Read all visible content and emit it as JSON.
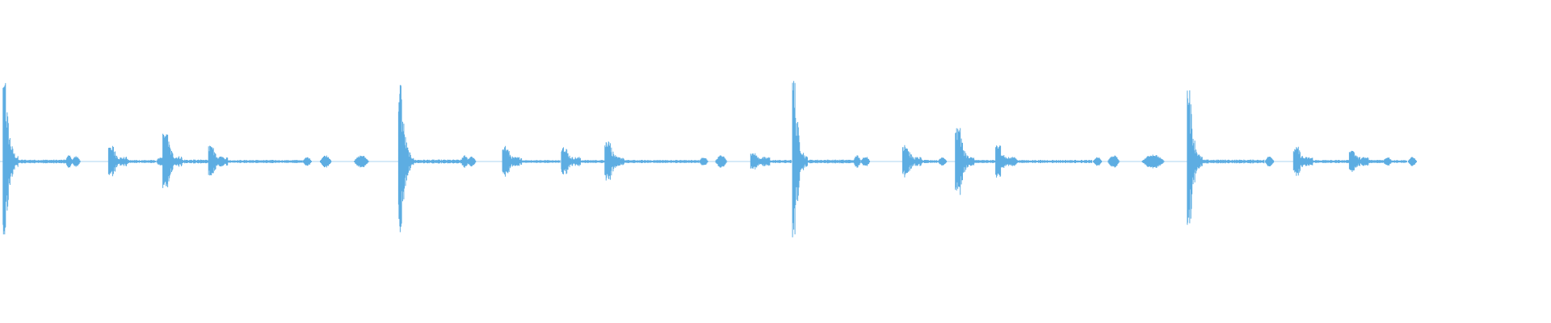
{
  "waveform": {
    "color": "#5dade2",
    "background": "#ffffff",
    "events": [
      {
        "t": 0.002,
        "amp": 0.92,
        "tail": 0.034,
        "tail_amp": 0.06,
        "kind": "strike"
      },
      {
        "t": 0.042,
        "amp": 0.07,
        "tail": 0.005,
        "tail_amp": 0.05,
        "kind": "blob"
      },
      {
        "t": 0.07,
        "amp": 0.17,
        "tail": 0.018,
        "tail_amp": 0.05,
        "kind": "hit"
      },
      {
        "t": 0.105,
        "amp": 0.3,
        "tail": 0.022,
        "tail_amp": 0.06,
        "kind": "hit"
      },
      {
        "t": 0.1345,
        "amp": 0.17,
        "tail": 0.048,
        "tail_amp": 0.05,
        "kind": "hit"
      },
      {
        "t": 0.206,
        "amp": 0.07,
        "tail": 0.008,
        "tail_amp": 0.06,
        "kind": "blob"
      },
      {
        "t": 0.228,
        "amp": 0.07,
        "tail": 0.01,
        "tail_amp": 0.06,
        "kind": "blob"
      },
      {
        "t": 0.257,
        "amp": 0.88,
        "tail": 0.034,
        "tail_amp": 0.06,
        "kind": "strike"
      },
      {
        "t": 0.297,
        "amp": 0.07,
        "tail": 0.005,
        "tail_amp": 0.05,
        "kind": "blob"
      },
      {
        "t": 0.324,
        "amp": 0.17,
        "tail": 0.025,
        "tail_amp": 0.05,
        "kind": "hit"
      },
      {
        "t": 0.362,
        "amp": 0.16,
        "tail": 0.018,
        "tail_amp": 0.05,
        "kind": "hit"
      },
      {
        "t": 0.39,
        "amp": 0.24,
        "tail": 0.048,
        "tail_amp": 0.05,
        "kind": "hit"
      },
      {
        "t": 0.461,
        "amp": 0.07,
        "tail": 0.008,
        "tail_amp": 0.06,
        "kind": "blob"
      },
      {
        "t": 0.484,
        "amp": 0.09,
        "tail": 0.014,
        "tail_amp": 0.05,
        "kind": "hit"
      },
      {
        "t": 0.511,
        "amp": 0.88,
        "tail": 0.034,
        "tail_amp": 0.06,
        "kind": "strike"
      },
      {
        "t": 0.55,
        "amp": 0.07,
        "tail": 0.005,
        "tail_amp": 0.05,
        "kind": "blob"
      },
      {
        "t": 0.582,
        "amp": 0.18,
        "tail": 0.01,
        "tail_amp": 0.05,
        "kind": "hit"
      },
      {
        "t": 0.616,
        "amp": 0.36,
        "tail": 0.022,
        "tail_amp": 0.05,
        "kind": "hit"
      },
      {
        "t": 0.642,
        "amp": 0.18,
        "tail": 0.05,
        "tail_amp": 0.05,
        "kind": "hit"
      },
      {
        "t": 0.714,
        "amp": 0.07,
        "tail": 0.008,
        "tail_amp": 0.06,
        "kind": "blob"
      },
      {
        "t": 0.736,
        "amp": 0.08,
        "tail": 0.015,
        "tail_amp": 0.05,
        "kind": "blob"
      },
      {
        "t": 0.7655,
        "amp": 0.86,
        "tail": 0.04,
        "tail_amp": 0.06,
        "kind": "strike"
      },
      {
        "t": 0.834,
        "amp": 0.16,
        "tail": 0.045,
        "tail_amp": 0.05,
        "kind": "hit"
      },
      {
        "t": 0.87,
        "amp": 0.12,
        "tail": 0.025,
        "tail_amp": 0.05,
        "kind": "hit"
      }
    ]
  }
}
